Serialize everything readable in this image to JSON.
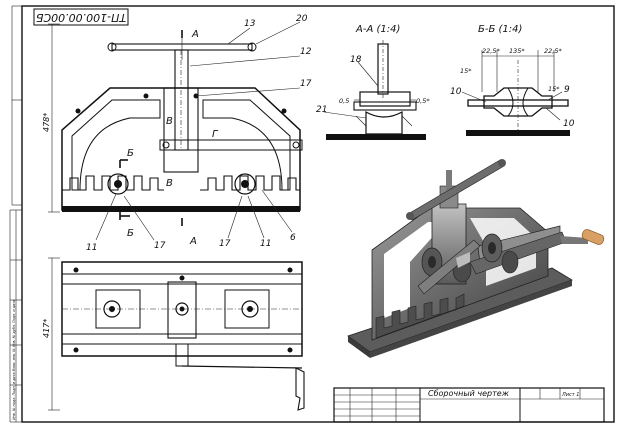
{
  "drawing": {
    "designation": "ТП-100.00.00СБ",
    "title_block_name": "Сборочный чертеж",
    "title_block_sheet": "Лист 1",
    "section_aa": "А-А (1:4)",
    "section_bb": "Б-Б (1:4)",
    "view_letters": {
      "a_top": "А",
      "a_bottom": "А",
      "b_top": "Б",
      "b_bottom": "Б",
      "v_upper": "В",
      "v_lower": "В",
      "g": "Г"
    },
    "dimensions": {
      "height_main": "478*",
      "height_plan": "417*",
      "bb_left": "22,5*",
      "bb_mid": "135*",
      "bb_right": "22,5*",
      "bb_angle_left": "15*",
      "bb_angle_right": "15*",
      "aa_left": "0,5",
      "aa_right": "0,5*"
    },
    "callouts": {
      "c13": "13",
      "c20": "20",
      "c12": "12",
      "c17a": "17",
      "c18": "18",
      "c21": "21",
      "c10a": "10",
      "c9": "9",
      "c10b": "10",
      "c11a": "11",
      "c17b": "17",
      "c17c": "17",
      "c11b": "11",
      "c6": "6"
    },
    "side_stamp_text": "Инв. № подл.   Подп. и дата   Взам. инв. №   Инв. № дубл.   Подп. и дата"
  },
  "colors": {
    "ink": "#111111",
    "paper": "#ffffff",
    "render_bg": "#ffffff",
    "steel_dark": "#4a4a4a",
    "steel_mid": "#7d7d7d",
    "steel_light": "#b5b5b5",
    "handle_wood": "#d9a066"
  },
  "icons": {
    "render": "bending-machine-3d-render"
  }
}
